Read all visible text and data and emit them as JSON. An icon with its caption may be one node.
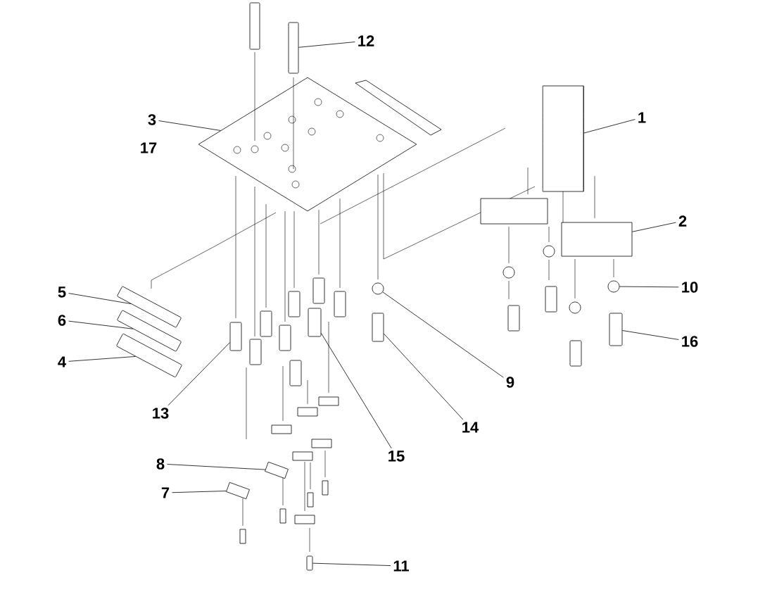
{
  "diagram": {
    "nodes": [
      {
        "text": [
          "12"
        ]
      },
      {
        "text": [
          "1"
        ]
      },
      {
        "text": [
          "3"
        ]
      },
      {
        "text": [
          "2"
        ]
      },
      {
        "text": [
          "5"
        ]
      },
      {
        "text": [
          "10"
        ]
      },
      {
        "text": [
          "6"
        ]
      },
      {
        "text": [
          "16"
        ]
      },
      {
        "text": [
          "4"
        ]
      },
      {
        "text": [
          "9"
        ]
      },
      {
        "text": [
          "13"
        ]
      },
      {
        "text": [
          "14"
        ]
      },
      {
        "text": [
          "15"
        ]
      },
      {
        "text": [
          "8"
        ]
      },
      {
        "text": [
          "7"
        ]
      },
      {
        "text": [
          "11"
        ]
      },
      {
        "text": [],
        "shape": "bar"
      },
      {
        "text": [],
        "shape": "bar"
      },
      {
        "text": [],
        "shape": "bar"
      },
      {
        "text": [],
        "shape": "bar"
      },
      {
        "text": [],
        "shape": "box"
      },
      {
        "text": [],
        "shape": "box"
      },
      {
        "text": [],
        "shape": "bar"
      },
      {
        "text": [],
        "shape": "picture"
      },
      {
        "text": [],
        "shape": "bar"
      },
      {
        "text": [],
        "shape": "bar"
      },
      {
        "text": [],
        "shape": "circle"
      },
      {
        "text": [],
        "shape": "bar"
      },
      {
        "text": [],
        "shape": "cylinder"
      },
      {
        "text": [],
        "shape": "box"
      },
      {
        "text": [],
        "shape": "circle"
      },
      {
        "text": [],
        "shape": "bar"
      }
    ],
    "edges": [
      {
        "from": 0,
        "to": 22,
        "arrow": "none"
      },
      {
        "from": 1,
        "to": 28,
        "arrow": "none"
      },
      {
        "from": 2,
        "to": 23,
        "arrow": "none"
      },
      {
        "from": 3,
        "to": 29,
        "arrow": "none"
      },
      {
        "from": 4,
        "to": 16,
        "arrow": "none"
      },
      {
        "from": 5,
        "to": 30,
        "arrow": "none"
      },
      {
        "from": 6,
        "to": 17,
        "arrow": "none"
      },
      {
        "from": 7,
        "to": 31,
        "arrow": "none"
      },
      {
        "from": 8,
        "to": 18,
        "arrow": "none"
      },
      {
        "from": 9,
        "to": 26,
        "arrow": "none"
      },
      {
        "from": 10,
        "to": 19,
        "arrow": "none"
      },
      {
        "from": 11,
        "to": 27,
        "arrow": "none"
      },
      {
        "from": 12,
        "to": 25,
        "arrow": "none"
      },
      {
        "from": 13,
        "to": 21,
        "arrow": "none"
      },
      {
        "from": 14,
        "to": 20,
        "arrow": "none"
      },
      {
        "from": 15,
        "to": 24,
        "arrow": "none"
      }
    ],
    "labels": [
      "17"
    ]
  }
}
